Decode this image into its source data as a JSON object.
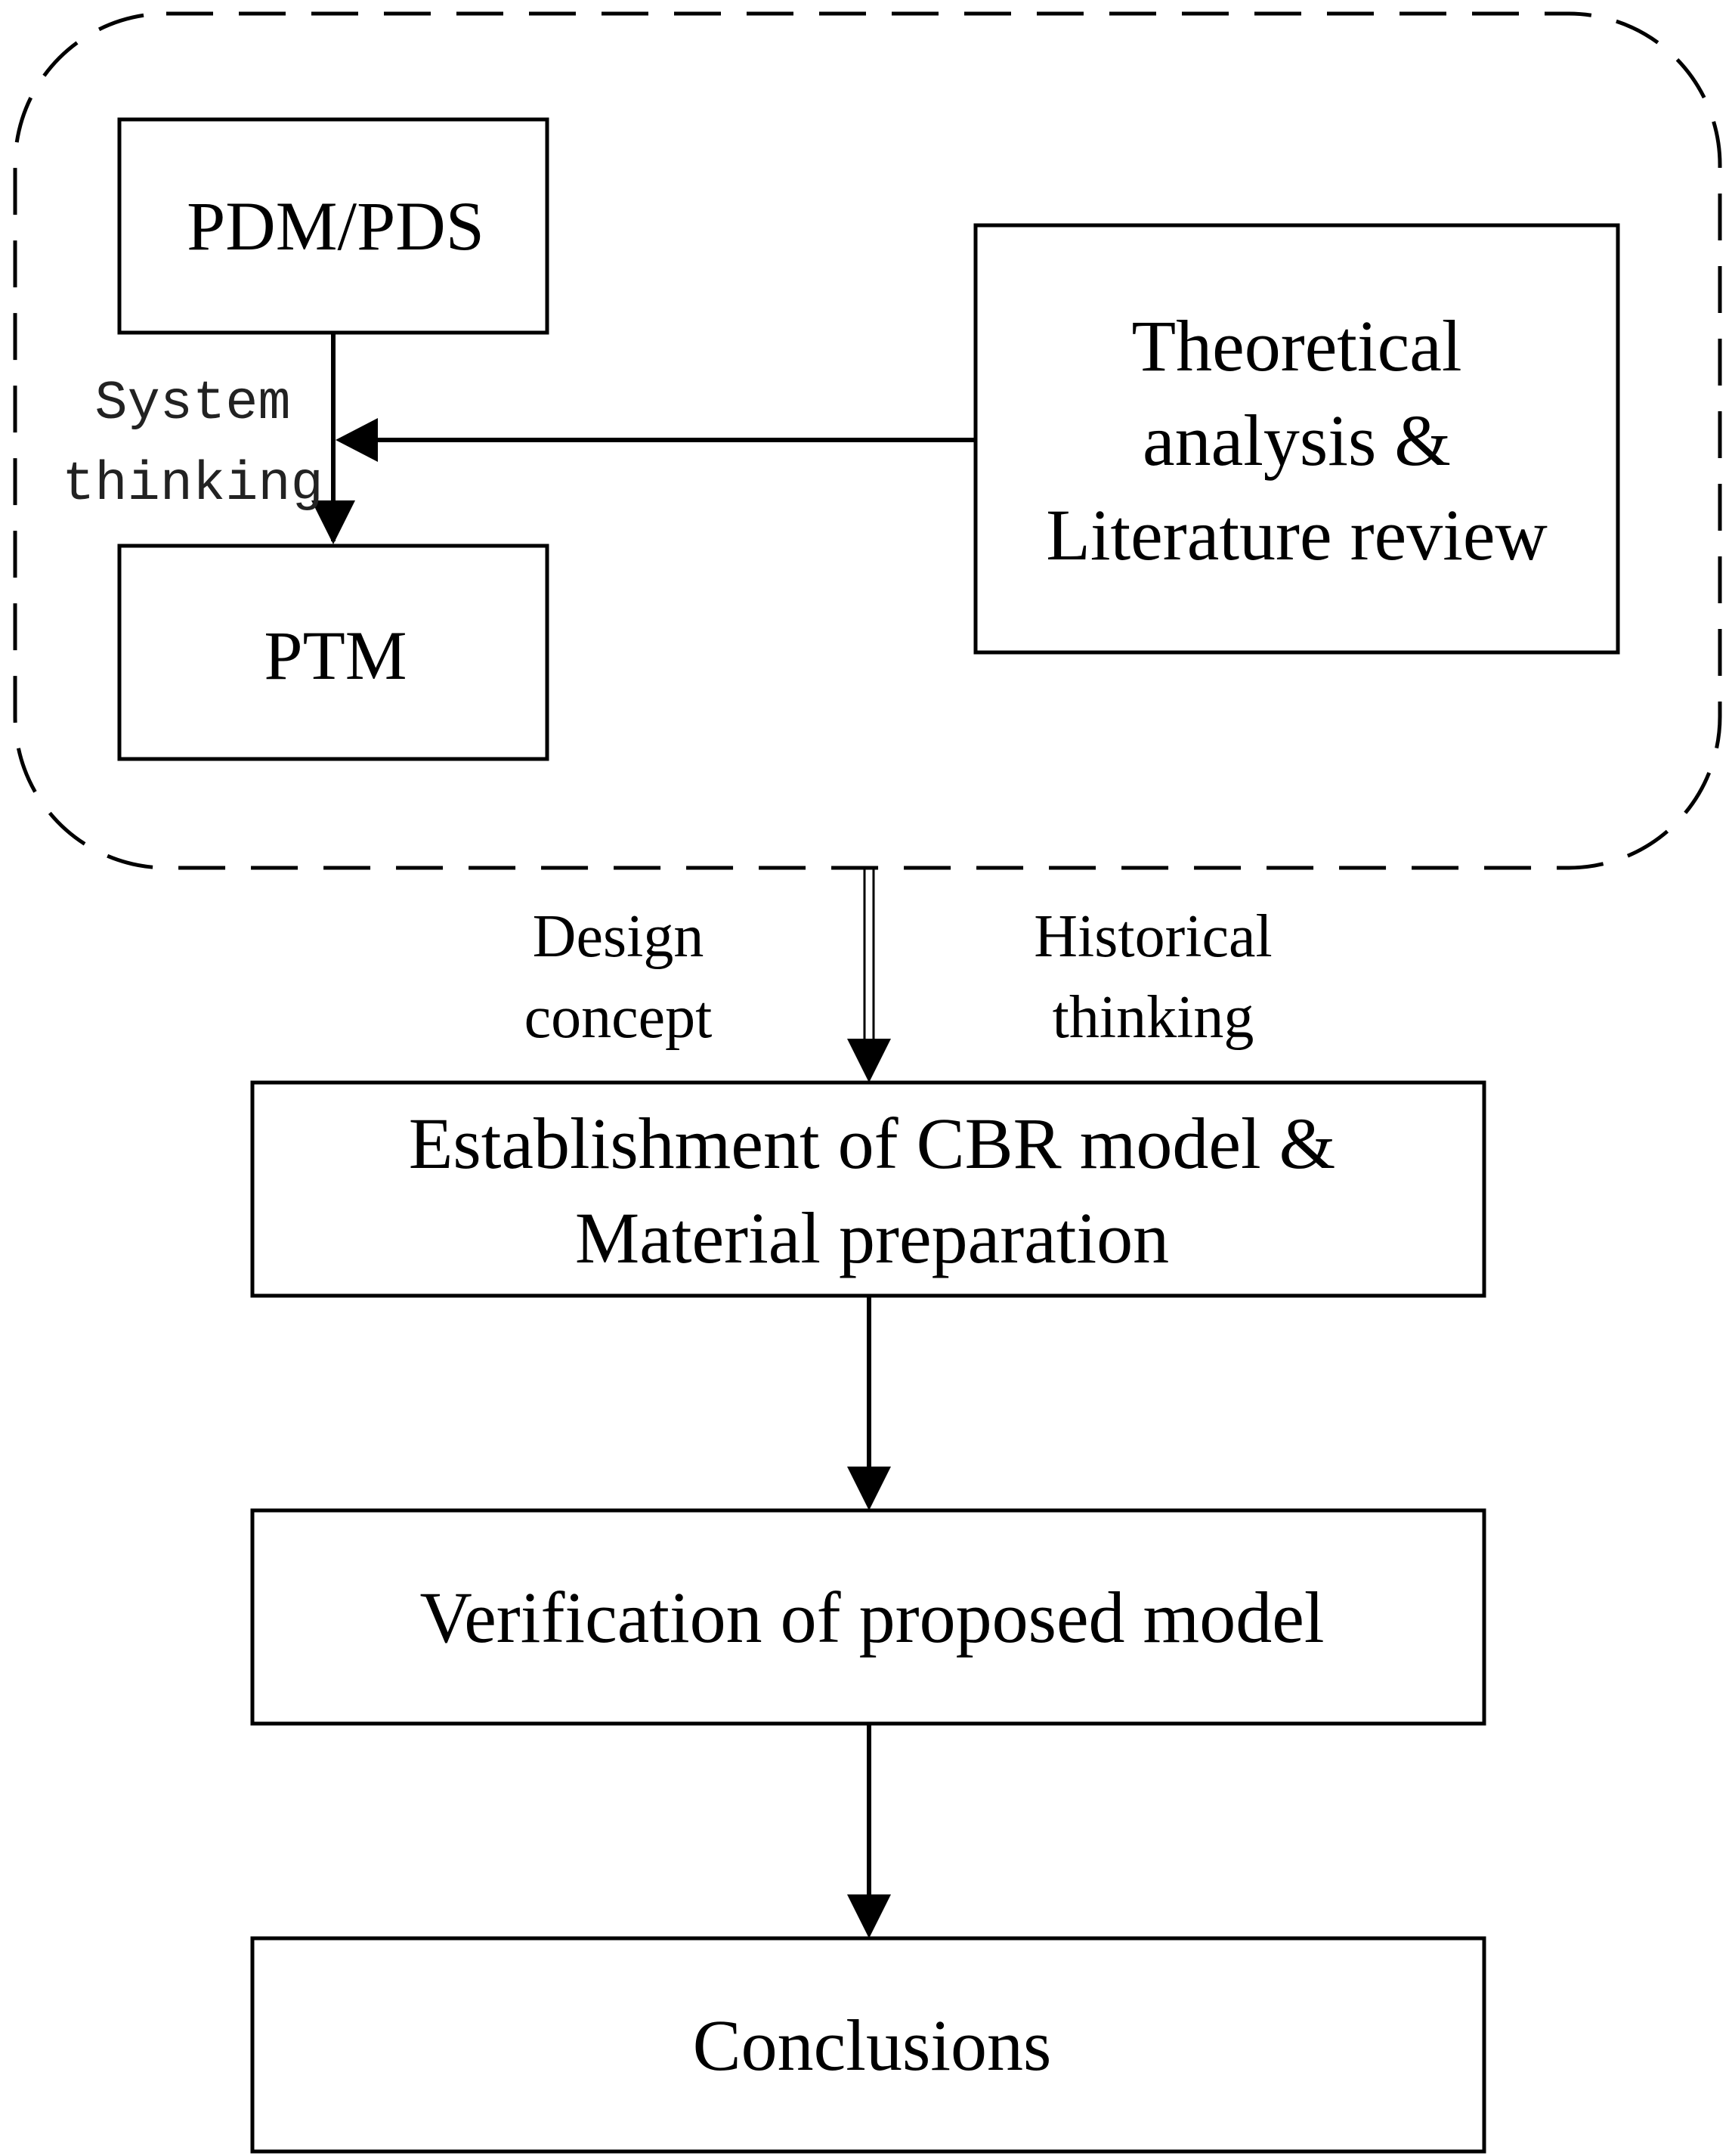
{
  "diagram": {
    "nodes": {
      "pdm_pds": "PDM/PDS",
      "ptm": "PTM",
      "theory": [
        "Theoretical",
        "analysis &",
        "Literature review"
      ],
      "cbr": [
        "Establishment of CBR model &",
        "Material preparation"
      ],
      "verification": "Verification of proposed model",
      "conclusions": "Conclusions"
    },
    "labels": {
      "system_thinking": [
        "System",
        "thinking"
      ],
      "design_concept": [
        "Design",
        "concept"
      ],
      "historical_thinking": [
        "Historical",
        "thinking"
      ]
    },
    "colors": {
      "stroke": "#000000",
      "background": "#ffffff"
    }
  }
}
